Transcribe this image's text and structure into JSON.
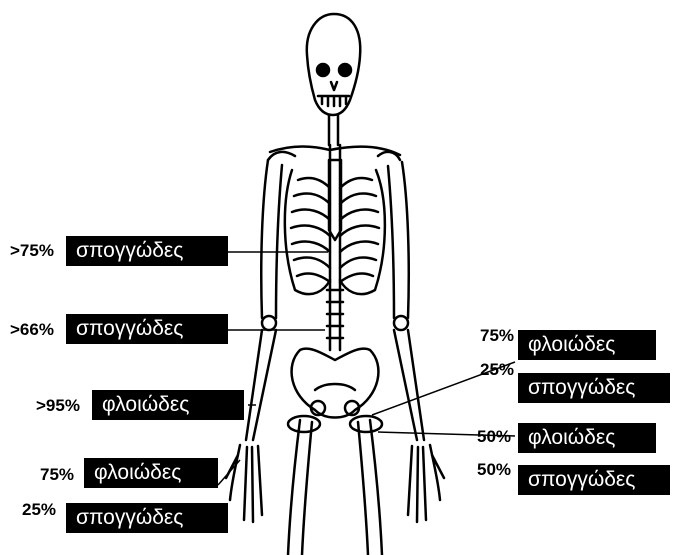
{
  "diagram": {
    "labels": [
      {
        "id": "spine-upper",
        "percent": ">75%",
        "tissue": "σπογγώδες"
      },
      {
        "id": "spine-lower",
        "percent": ">66%",
        "tissue": "σπογγώδες"
      },
      {
        "id": "forearm-shaft",
        "percent": ">95%",
        "tissue": "φλοιώδες"
      },
      {
        "id": "wrist",
        "percents": [
          "75%",
          "25%"
        ],
        "tissues": [
          "φλοιώδες",
          "σπογγώδες"
        ]
      },
      {
        "id": "femoral-neck",
        "percents": [
          "75%",
          "25%"
        ],
        "tissues": [
          "φλοιώδες",
          "σπογγώδες"
        ]
      },
      {
        "id": "hip-trochanter",
        "percents": [
          "50%",
          "50%"
        ],
        "tissues": [
          "φλοιώδες",
          "σπογγώδες"
        ]
      }
    ]
  }
}
